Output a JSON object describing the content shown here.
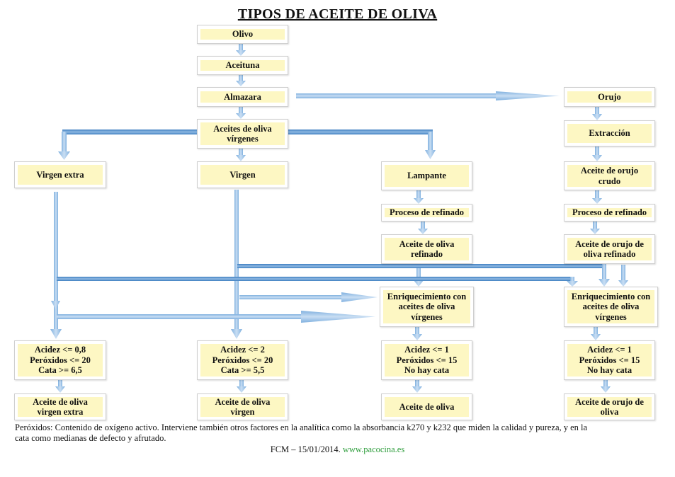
{
  "title": "TIPOS DE ACEITE DE OLIVA",
  "nodes": {
    "olivo": "Olivo",
    "aceituna": "Aceituna",
    "almazara": "Almazara",
    "aceites_virgenes": "Aceites de oliva\nvírgenes",
    "orujo": "Orujo",
    "extraccion": "Extracción",
    "virgen_extra": "Virgen extra",
    "virgen": "Virgen",
    "lampante": "Lampante",
    "aceite_orujo_crudo": "Aceite de orujo\ncrudo",
    "proceso_refinado_lampante": "Proceso de refinado",
    "proceso_refinado_orujo": "Proceso de refinado",
    "aceite_oliva_refinado": "Aceite de oliva\nrefinado",
    "aceite_orujo_refinado": "Aceite de orujo de\noliva refinado",
    "enriquecimiento_oliva": "Enriquecimiento con\naceites de oliva\nvírgenes",
    "enriquecimiento_orujo": "Enriquecimiento con\naceites de oliva\nvírgenes",
    "spec_virgen_extra": "Acidez <= 0,8\nPeróxidos <= 20\nCata >= 6,5",
    "spec_virgen": "Acidez <= 2\nPeróxidos <= 20\nCata >= 5,5",
    "spec_oliva": "Acidez <= 1\nPeróxidos <= 15\nNo hay cata",
    "spec_orujo": "Acidez <= 1\nPeróxidos <= 15\nNo hay cata",
    "final_virgen_extra": "Aceite de oliva\nvirgen extra",
    "final_virgen": "Aceite de oliva\nvirgen",
    "final_oliva": "Aceite de oliva",
    "final_orujo": "Aceite de orujo de\noliva"
  },
  "notes": "Peróxidos: Contenido de oxígeno activo.      Interviene también otros factores en la analítica como la absorbancia k270 y k232 que miden la calidad y pureza, y en la\ncata como medianas de defecto y afrutado.",
  "footer": {
    "text": "FCM – 15/01/2014. ",
    "url": "www.pacocina.es"
  },
  "colors": {
    "box_fill": "#fdf7c3",
    "arrow_light": "#a9c8e8",
    "arrow_dark": "#5f97cc",
    "url": "#2e9d3c"
  }
}
